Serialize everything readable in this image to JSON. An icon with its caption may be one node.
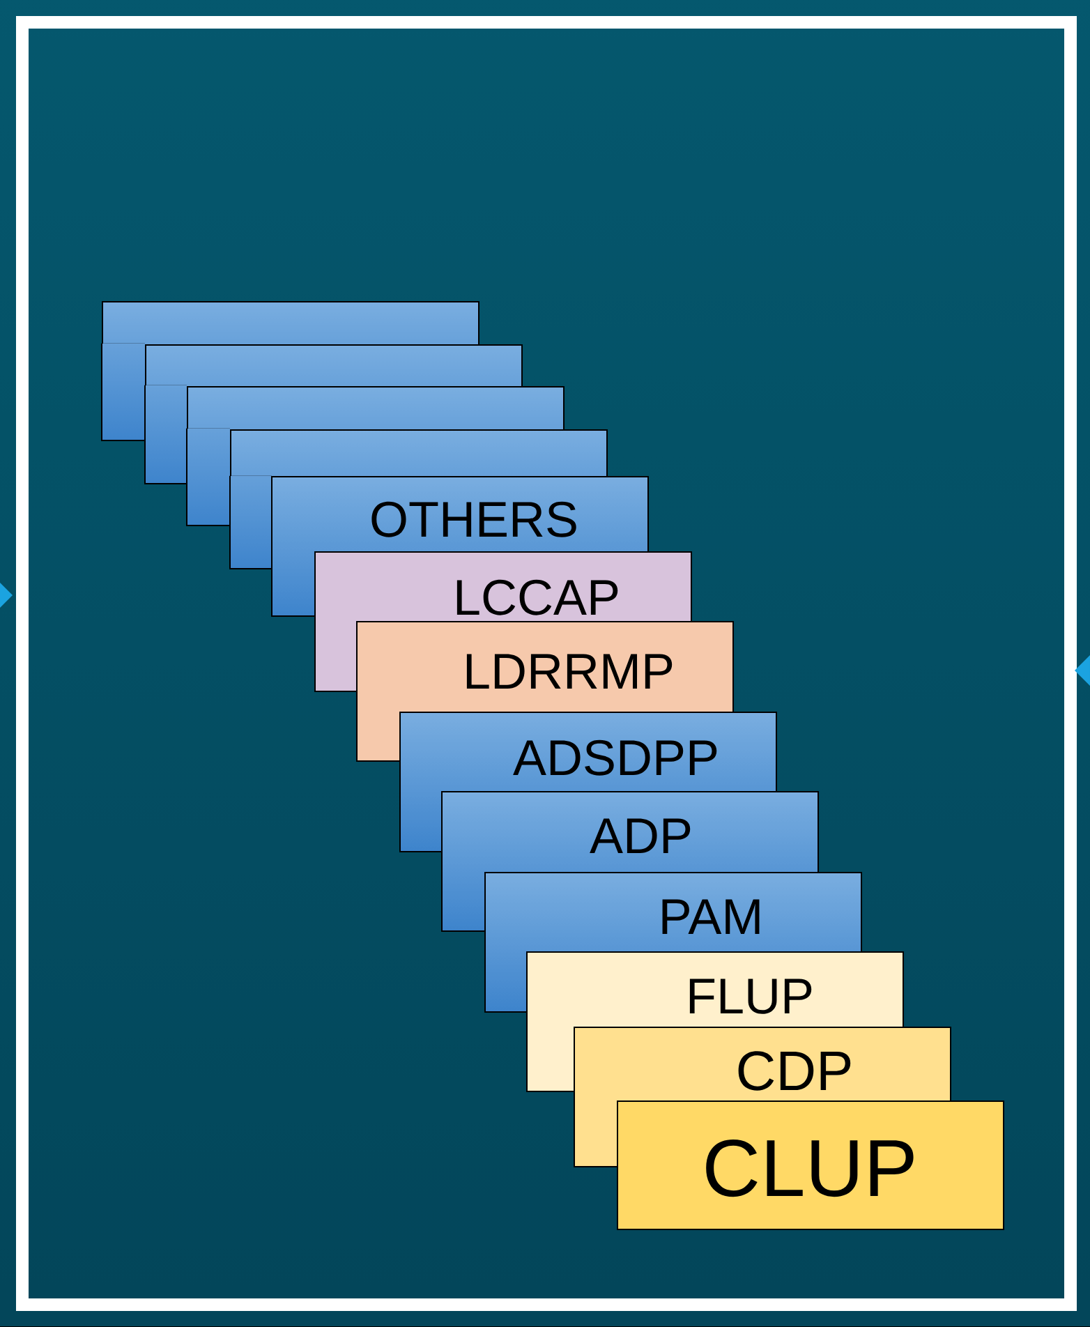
{
  "diagram": {
    "nodes": [
      {
        "text": [],
        "shape": "box"
      },
      {
        "text": [],
        "shape": "box"
      },
      {
        "text": [],
        "shape": "box"
      },
      {
        "text": [],
        "shape": "box"
      },
      {
        "text": [
          "OTHERS"
        ]
      },
      {
        "text": [
          "LCCAP"
        ]
      },
      {
        "text": [
          "LDRRMP"
        ]
      },
      {
        "text": [
          "ADSDPP"
        ]
      },
      {
        "text": [
          "ADP"
        ]
      },
      {
        "text": [
          "PAM"
        ]
      },
      {
        "text": [
          "FLUP"
        ]
      },
      {
        "text": [
          "CDP"
        ]
      },
      {
        "text": [
          "CLUP"
        ]
      }
    ]
  }
}
